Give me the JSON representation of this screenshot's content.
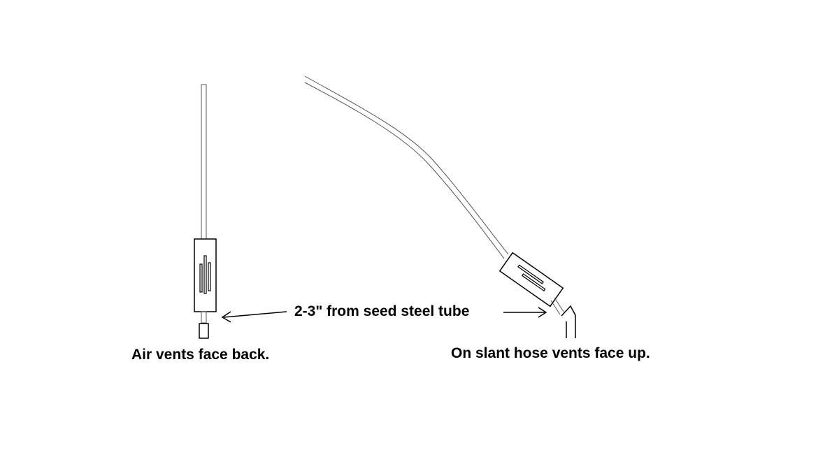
{
  "labels": {
    "distance": "2-3\" from seed steel tube",
    "left_caption": "Air vents face back.",
    "right_caption": "On slant hose vents face up."
  },
  "colors": {
    "background": "#ffffff",
    "stroke": "#000000",
    "hose_stroke": "#555555"
  }
}
